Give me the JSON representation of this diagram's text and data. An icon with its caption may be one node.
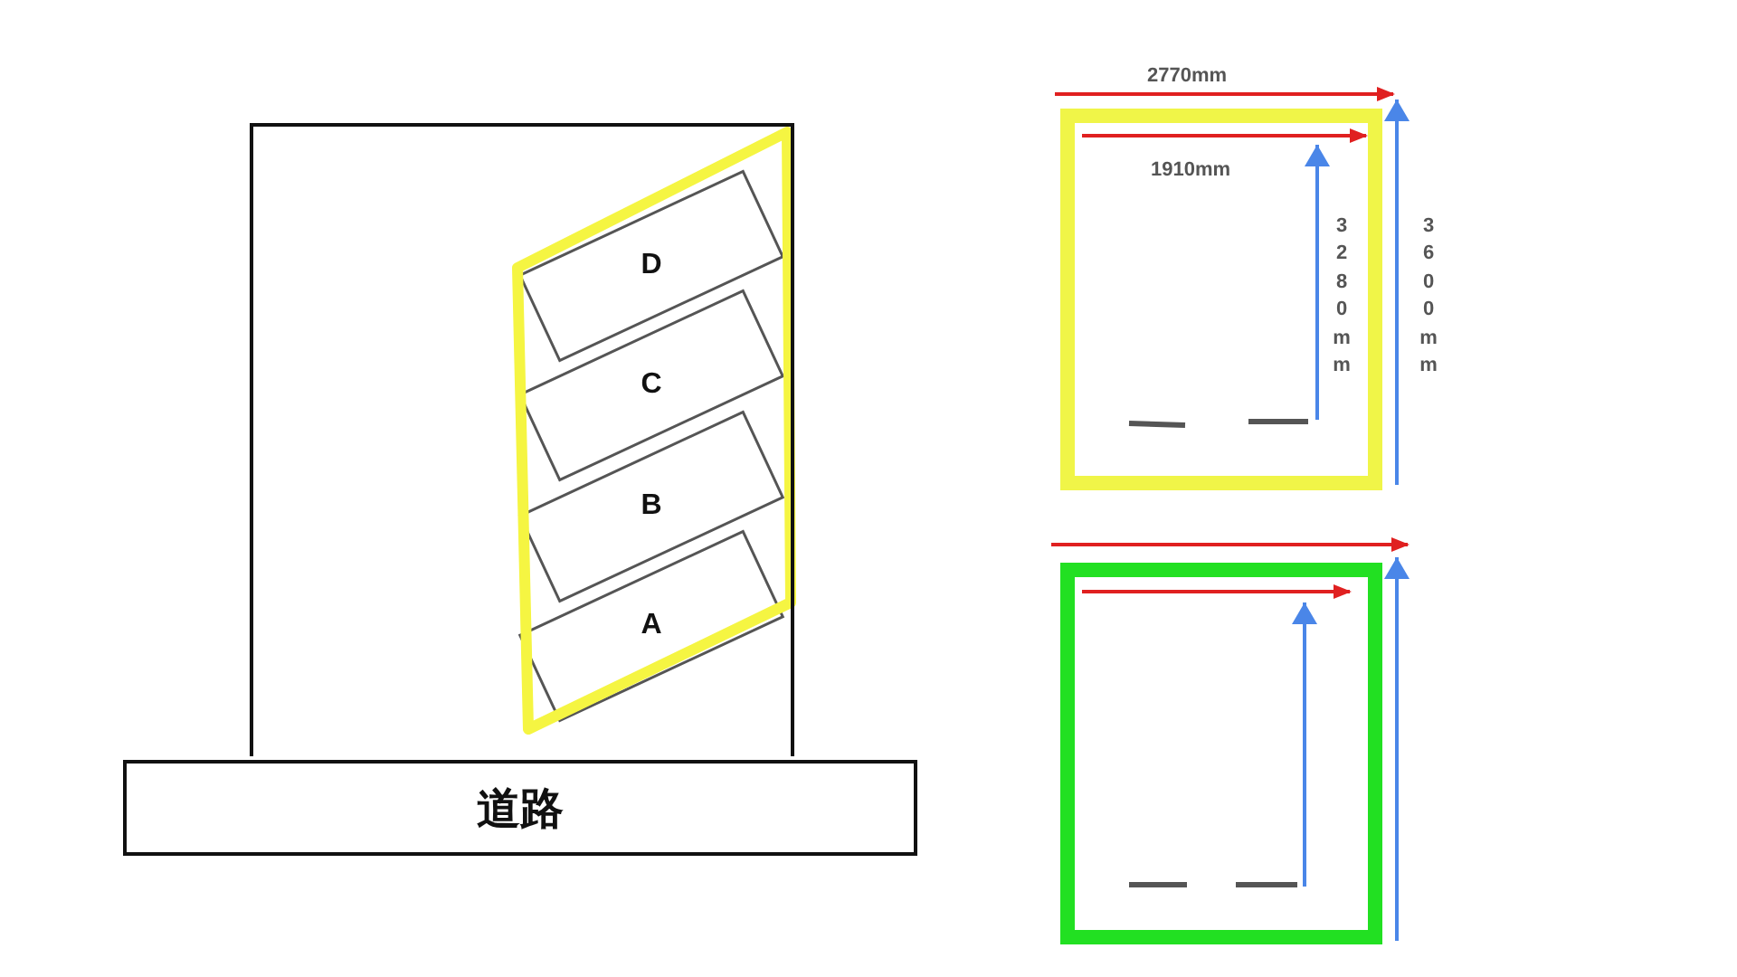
{
  "diagram": {
    "nodes": [
      {
        "text": [
          "D"
        ]
      },
      {
        "text": [
          "C"
        ]
      },
      {
        "text": [
          "B"
        ]
      },
      {
        "text": [
          "A"
        ]
      },
      {
        "text": [
          "道路"
        ]
      }
    ],
    "labels": [
      "2770mm",
      "1910mm",
      "3280mm",
      "3600mm"
    ]
  }
}
